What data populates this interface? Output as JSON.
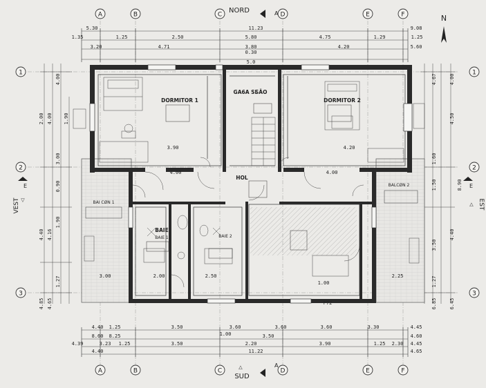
{
  "title_north": "NORD",
  "title_south": "SUD",
  "side_west": "VEST",
  "side_east": "EST",
  "compass": "N",
  "top_axes": [
    "A",
    "B",
    "C",
    "D",
    "E",
    "F"
  ],
  "bottom_axes": [
    "A",
    "B",
    "C",
    "D",
    "E",
    "F"
  ],
  "side_axes": [
    "1",
    "2",
    "3"
  ],
  "section_marks": {
    "top_a": "A",
    "bottom_a": "A",
    "west_e": "E",
    "east_e": "E"
  },
  "rooms": {
    "dormitor1": "DORMITOR 1",
    "dormitor2": "DORMITOR 2",
    "garage": "GA6A SБÄO",
    "hol": "HOL",
    "balcon_west": "BAI CØN 1",
    "balcon_east": "BALCØN 2",
    "baie1": "BAIE",
    "baie1b": "BAIE 1",
    "baie2": "BAIE 2"
  },
  "top_dims": {
    "row1": [
      "5.30",
      "11.23",
      "9.08"
    ],
    "row2": [
      "1.35",
      "1.25",
      "2.50",
      "5.80",
      "4.75",
      "1.29",
      "1.25"
    ],
    "row3": [
      "3.20",
      "4.71",
      "3.80",
      "4.20",
      "5.60"
    ],
    "row3b": "0.30",
    "inner": "5.0"
  },
  "bottom_dims": {
    "row1": [
      "4.40",
      "1.25",
      "3.50",
      "3.60",
      "3.60",
      "3.60",
      "3.30",
      "4.45"
    ],
    "row2": [
      "8.60",
      "8.25",
      "1.00",
      "3.50",
      "4.60"
    ],
    "row3": [
      "4.39",
      "3.23",
      "1.25",
      "3.50",
      "2.20",
      "3.90",
      "1.25",
      "2.30",
      "4.45"
    ],
    "row4": [
      "4.40",
      "11.22",
      "4.65"
    ]
  },
  "left_dims": [
    "4.00",
    "2.00",
    "4.00",
    "1.90",
    "3.00",
    "0.90",
    "4.40",
    "4.16",
    "1.90",
    "1.27",
    "4.85",
    "4.65"
  ],
  "right_dims": [
    "4.00",
    "4.67",
    "4.50",
    "1.60",
    "8.90",
    "1.50",
    "3.50",
    "4.40",
    "1.27",
    "6.85",
    "6.45"
  ],
  "inner_dims": {
    "d1_w": "3.90",
    "d2_w": "4.20",
    "hol_w": "4.00",
    "hol_w2": "4.00",
    "baie_w": "2.00",
    "bottom_w": "2.50",
    "bottom_w2": "2.25",
    "balc_w": "3.00",
    "gar_w": "1.00",
    "fl": "F72"
  }
}
